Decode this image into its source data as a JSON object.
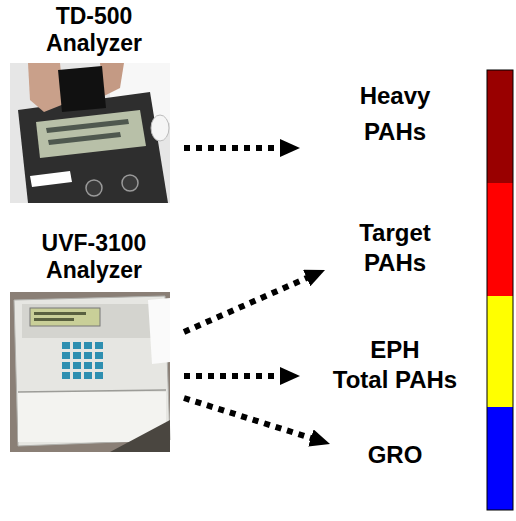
{
  "diagram": {
    "nodes": [
      {
        "text": [
          "TD-500 Analyzer"
        ]
      },
      {
        "text": [
          "Heavy PAHs"
        ]
      },
      {
        "text": [
          "UVF-3100 Analyzer"
        ]
      },
      {
        "text": [
          "Target PAHs"
        ]
      },
      {
        "text": [
          "EPH Total PAHs"
        ]
      },
      {
        "text": [
          "GRO"
        ]
      }
    ],
    "edges": [
      {
        "from": 0,
        "to": 1,
        "arrow": "to"
      },
      {
        "from": 2,
        "to": 3,
        "arrow": "to"
      },
      {
        "from": 2,
        "to": 4,
        "arrow": "to"
      },
      {
        "from": 2,
        "to": 5,
        "arrow": "to"
      }
    ]
  }
}
